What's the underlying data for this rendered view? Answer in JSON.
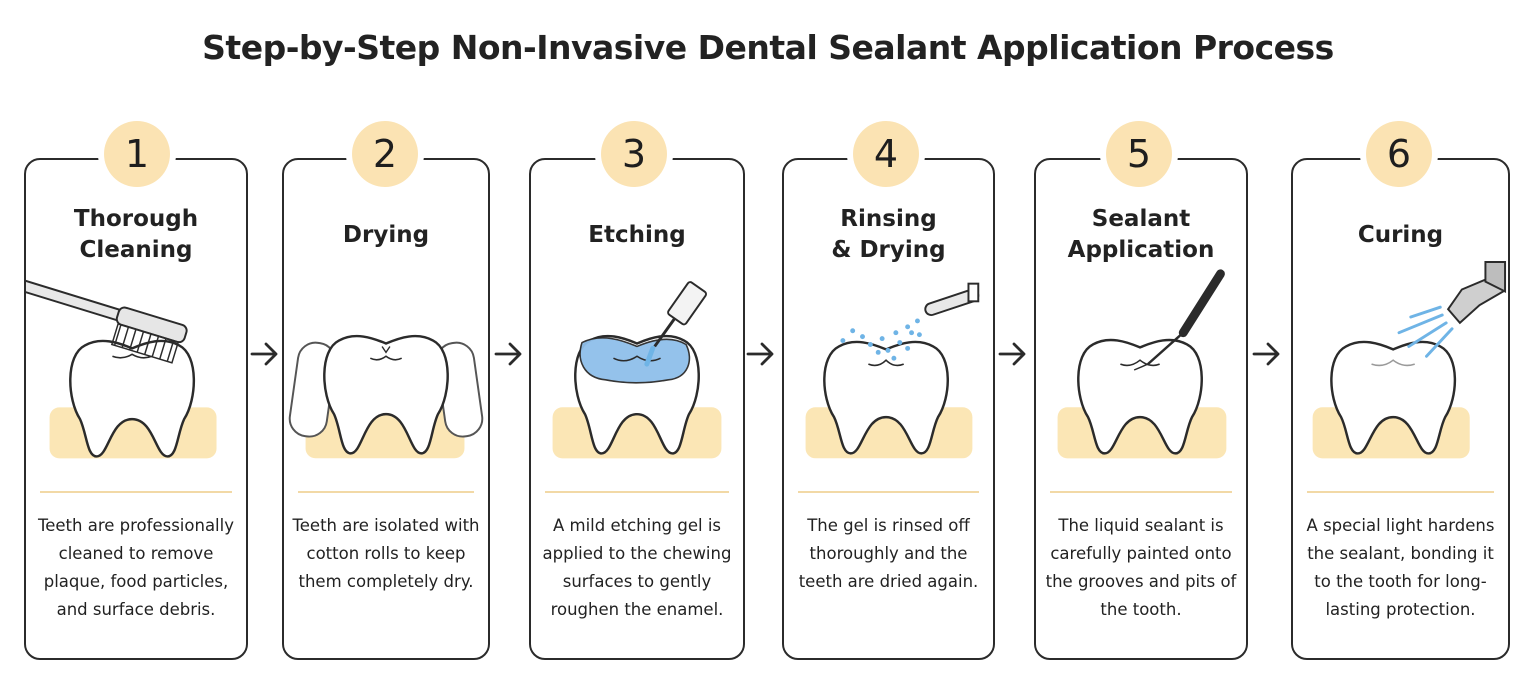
{
  "title": "Step-by-Step Non-Invasive Dental Sealant Application Process",
  "steps": [
    {
      "number": "1",
      "title": "Thorough\nCleaning",
      "description": "Teeth are professionally cleaned to remove plaque, food particles, and surface debris."
    },
    {
      "number": "2",
      "title": "Drying",
      "description": "Teeth are isolated with cotton rolls to keep them completely dry."
    },
    {
      "number": "3",
      "title": "Etching",
      "description": "A mild etching gel is applied to the chewing surfaces to gently roughen the enamel."
    },
    {
      "number": "4",
      "title": "Rinsing\n& Drying",
      "description": "The gel is rinsed off thoroughly and the teeth are dried again."
    },
    {
      "number": "5",
      "title": "Sealant\nApplication",
      "description": "The liquid sealant is carefully painted onto the grooves and pits of the tooth."
    },
    {
      "number": "6",
      "title": "Curing",
      "description": "A special light hardens the sealant, bonding it to the tooth for long-lasting protection."
    }
  ],
  "icons": [
    "toothbrush-icon",
    "cotton-roll-icon",
    "etching-syringe-icon",
    "water-spray-icon",
    "sealant-brush-icon",
    "curing-light-icon"
  ],
  "colors": {
    "badge": "#fbe3b3",
    "gum": "#fbe6b5",
    "gel": "#8fbfea",
    "water": "#6fb4e6",
    "outline": "#2b2b2b"
  }
}
